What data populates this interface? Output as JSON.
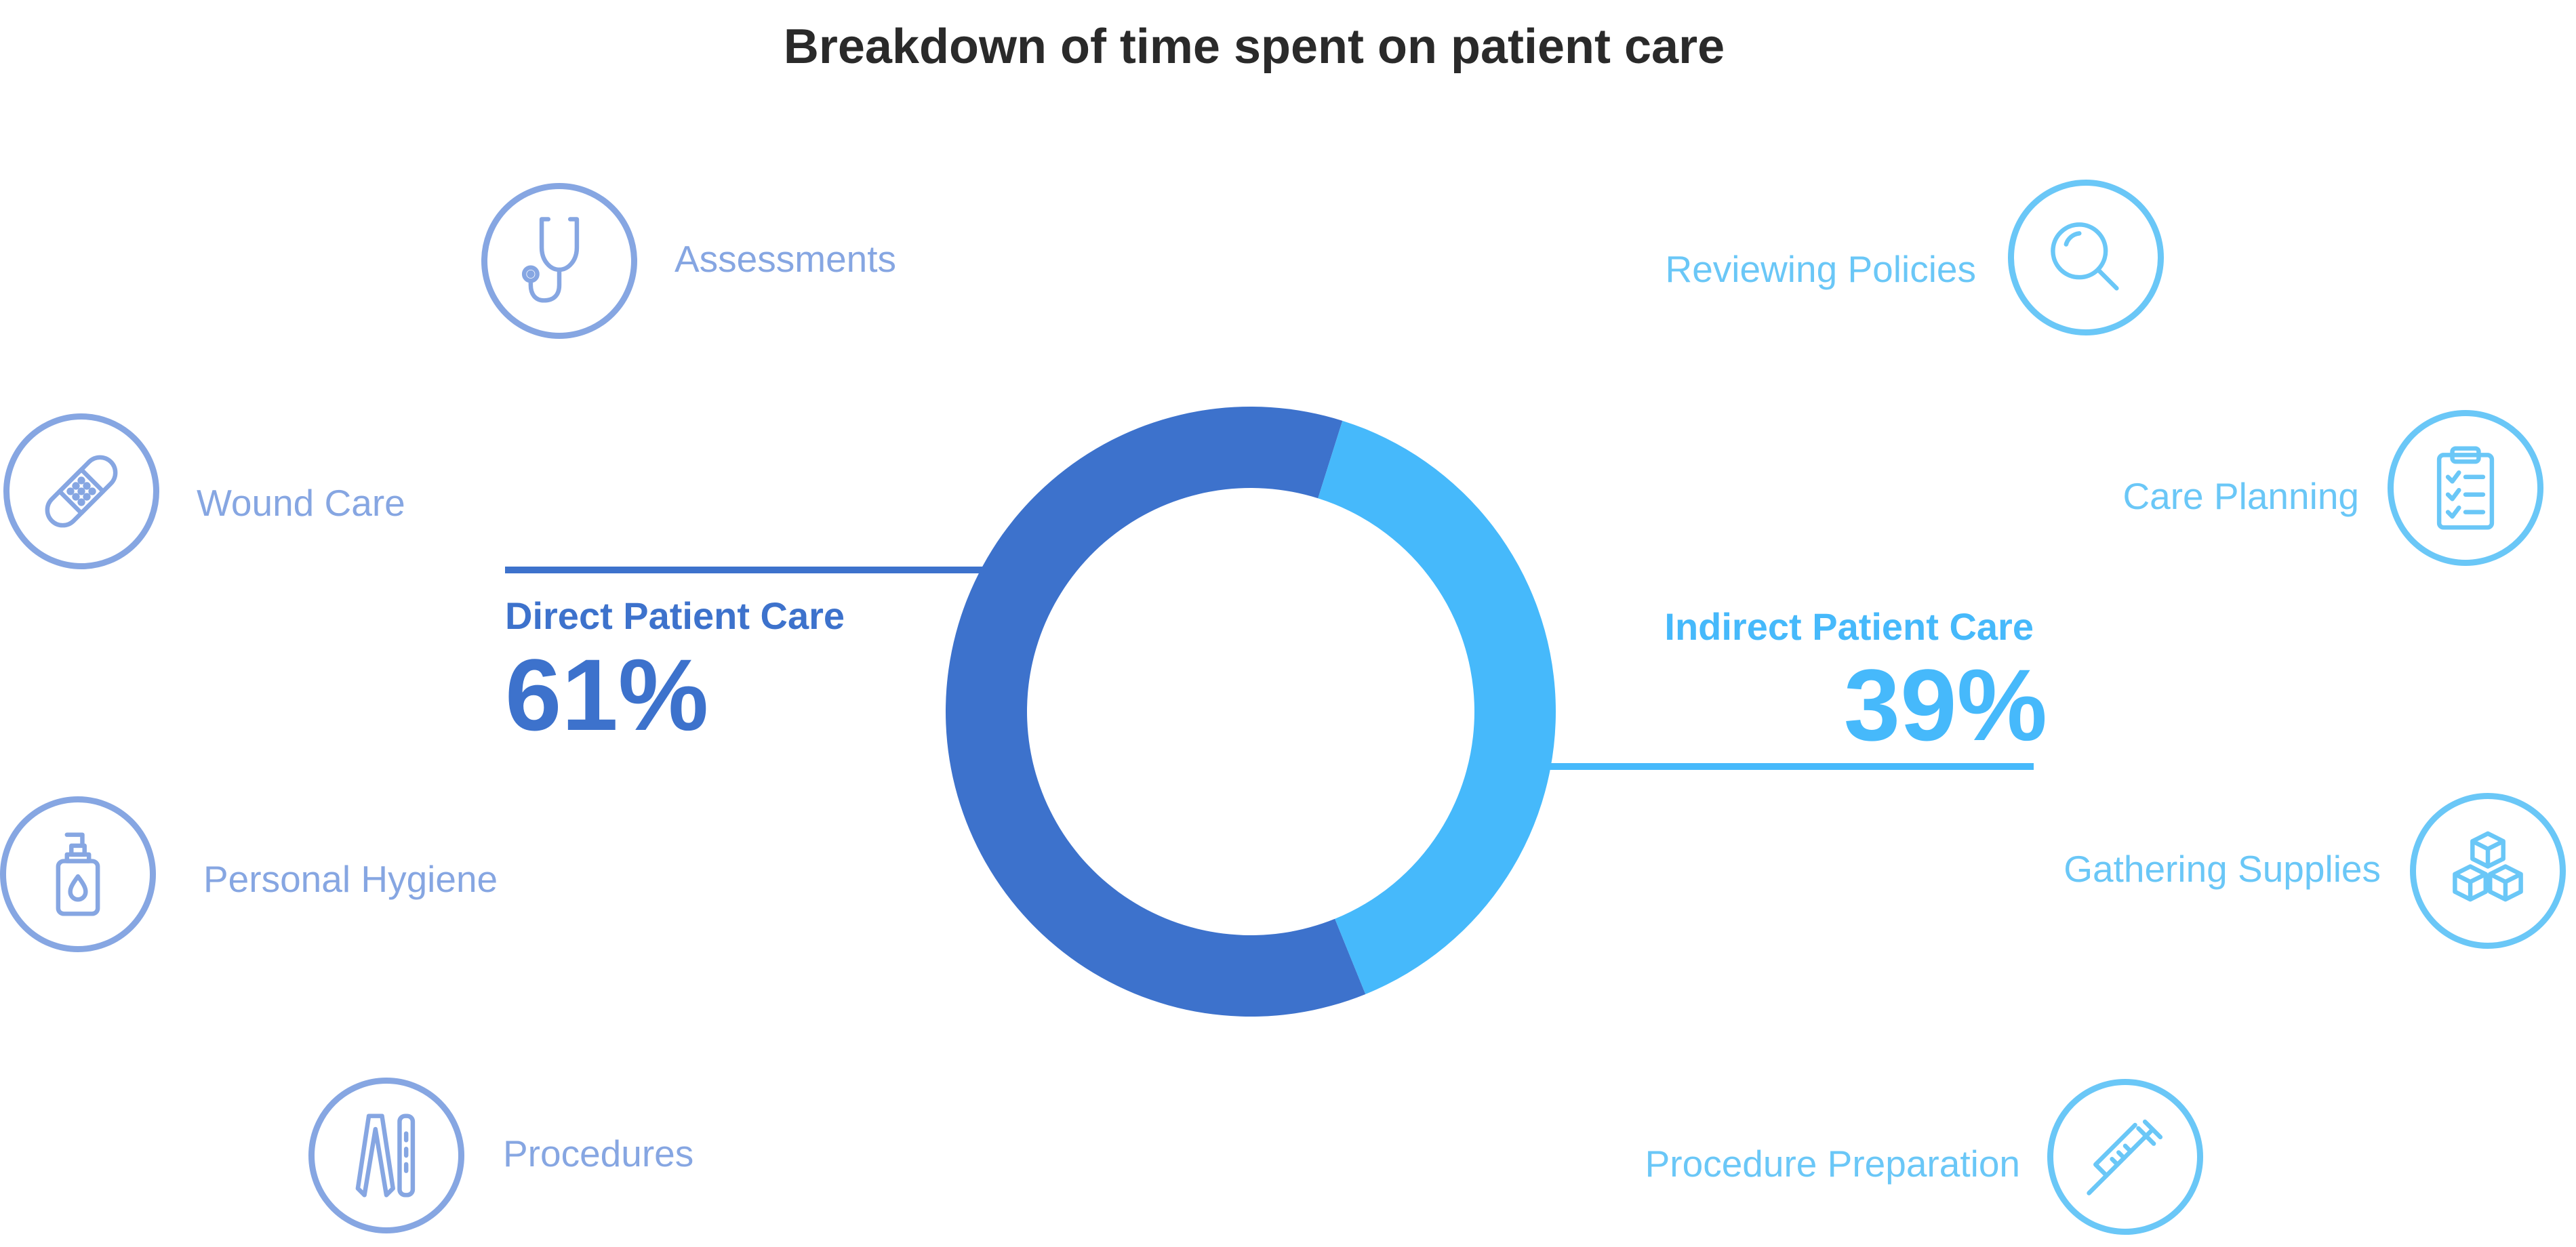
{
  "title": "Breakdown of time spent on patient care",
  "colors": {
    "direct": "#3d72cc",
    "indirect": "#46b9fb",
    "direct_light": "#86a6e2",
    "indirect_light": "#6ac7f7"
  },
  "chart_data": {
    "type": "pie",
    "title": "Breakdown of time spent on patient care",
    "donut": true,
    "categories": [
      "Direct Patient Care",
      "Indirect Patient Care"
    ],
    "values": [
      61,
      39
    ],
    "unit": "%",
    "colors": [
      "#3d72cc",
      "#46b9fb"
    ],
    "segments": [
      {
        "name": "Direct Patient Care",
        "value": 61,
        "label": "61%"
      },
      {
        "name": "Indirect Patient Care",
        "value": 39,
        "label": "39%"
      }
    ]
  },
  "direct": {
    "activities": [
      {
        "label": "Assessments",
        "icon": "stethoscope-icon"
      },
      {
        "label": "Wound Care",
        "icon": "bandage-icon"
      },
      {
        "label": "Personal Hygiene",
        "icon": "soap-dispenser-icon"
      },
      {
        "label": "Procedures",
        "icon": "tweezers-icon"
      }
    ]
  },
  "indirect": {
    "activities": [
      {
        "label": "Reviewing Policies",
        "icon": "magnifier-icon"
      },
      {
        "label": "Care Planning",
        "icon": "clipboard-checklist-icon"
      },
      {
        "label": "Gathering Supplies",
        "icon": "boxes-icon"
      },
      {
        "label": "Procedure Preparation",
        "icon": "syringe-icon"
      }
    ]
  }
}
